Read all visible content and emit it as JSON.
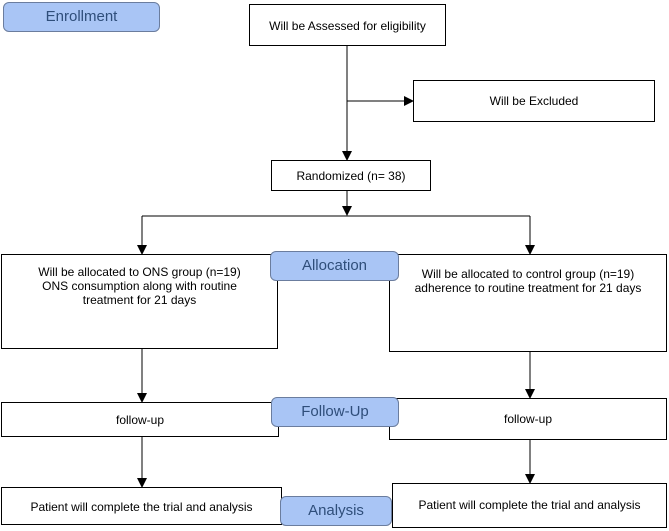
{
  "stages": {
    "enrollment": "Enrollment",
    "allocation": "Allocation",
    "follow_up": "Follow-Up",
    "analysis": "Analysis"
  },
  "boxes": {
    "eligibility": "Will be Assessed for eligibility",
    "excluded": "Will be Excluded",
    "randomized": "Randomized (n= 38)",
    "ons_group": {
      "line1": "Will be allocated to ONS group (n=19)",
      "line2": "ONS consumption along with routine",
      "line3": "treatment for 21 days"
    },
    "control_group": {
      "line1": "Will be allocated to control group (n=19)",
      "line2": "adherence to routine treatment for 21 days"
    },
    "followup_left": "follow-up",
    "followup_right": "follow-up",
    "analysis_left": "Patient will complete the trial and analysis",
    "analysis_right": "Patient will complete the trial and analysis"
  }
}
